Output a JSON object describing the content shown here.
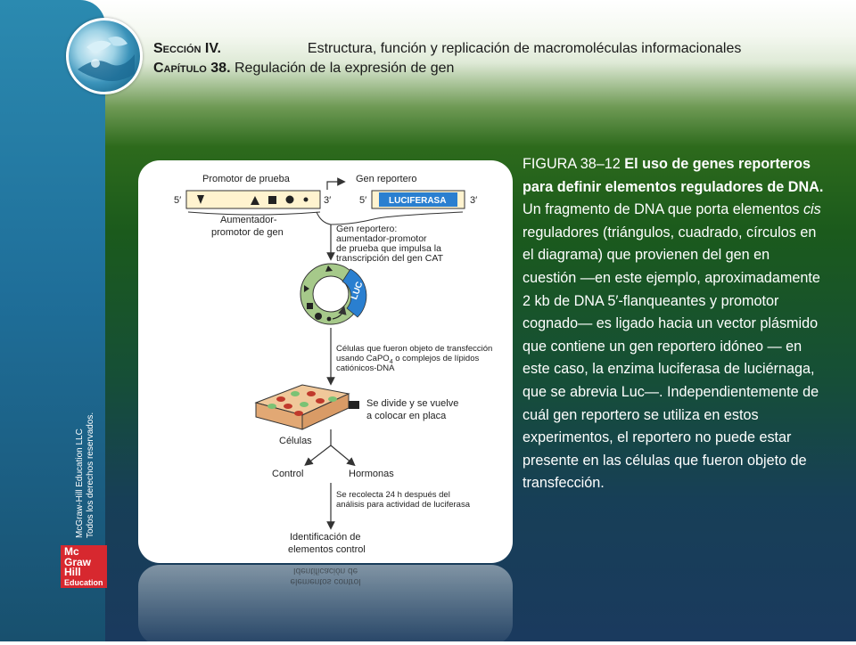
{
  "header": {
    "section_label": "Sección IV.",
    "section_title": "Estructura, función y replicación de macromoléculas informacionales",
    "chapter_label": "Capítulo 38.",
    "chapter_title": "Regulación de la expresión de gen"
  },
  "sidebar": {
    "copyright_line1": "McGraw-Hill Education LLC",
    "copyright_line2": "Todos los derechos reservados.",
    "logo_lines": [
      "Mc",
      "Graw",
      "Hill",
      "Education"
    ]
  },
  "figure": {
    "labels": {
      "test_promoter": "Promotor de prueba",
      "reporter_gene": "Gen reportero",
      "five_prime_a": "5′",
      "three_prime_a": "3′",
      "five_prime_b": "5′",
      "three_prime_b": "3′",
      "luciferase": "LUCIFERASA",
      "enhancer_1": "Aumentador-",
      "enhancer_2": "promotor de gen",
      "carrier_1": "Gen reportero:",
      "carrier_2": "aumentador-promotor",
      "carrier_3": "de prueba que impulsa la",
      "carrier_4": "transcripción del gen CAT",
      "luc": "LUC",
      "transfect_1": "Células que fueron objeto de transfección",
      "transfect_2": "usando CaPO",
      "transfect_2_sub": "4",
      "transfect_2_rest": " o complejos de lípidos",
      "transfect_3": "catiónicos-DNA",
      "split_1": "Se divide y se vuelve",
      "split_2": "a colocar en placa",
      "cells": "Células",
      "control": "Control",
      "hormones": "Hormonas",
      "collect_1": "Se recolecta 24 h después del",
      "collect_2": "análisis para actividad de luciferasa",
      "ident_1": "Identificación de",
      "ident_2": "elementos control"
    }
  },
  "caption": {
    "figure_label": "FIGURA 38–12",
    "title": "El uso de genes reporteros para definir elementos reguladores de DNA.",
    "body_1": "Un fragmento de DNA que porta elementos",
    "body_cis": "cis",
    "body_2": "reguladores (triángulos, cuadrado, círculos en el diagrama) que provienen del gen en cuestión —en este ejemplo, aproximadamente 2 kb de DNA 5′-flanqueantes y promotor cognado— es ligado hacia un vector plásmido que contiene un gen reportero idóneo — en este caso, la enzima luciferasa de luciérnaga, que se abrevia Luc—. Independientemente de cuál gen reportero se utiliza en estos experimentos, el reportero no puede estar presente en las células que fueron objeto de transfección."
  },
  "colors": {
    "sidebar_blue": "#1f6f9a",
    "header_green": "#2d6a1c",
    "bottom_navy": "#1a3a5e",
    "luciferase_blue": "#2a7fd0",
    "plasmid_green": "#a6c98a",
    "logo_red": "#d7282f"
  }
}
